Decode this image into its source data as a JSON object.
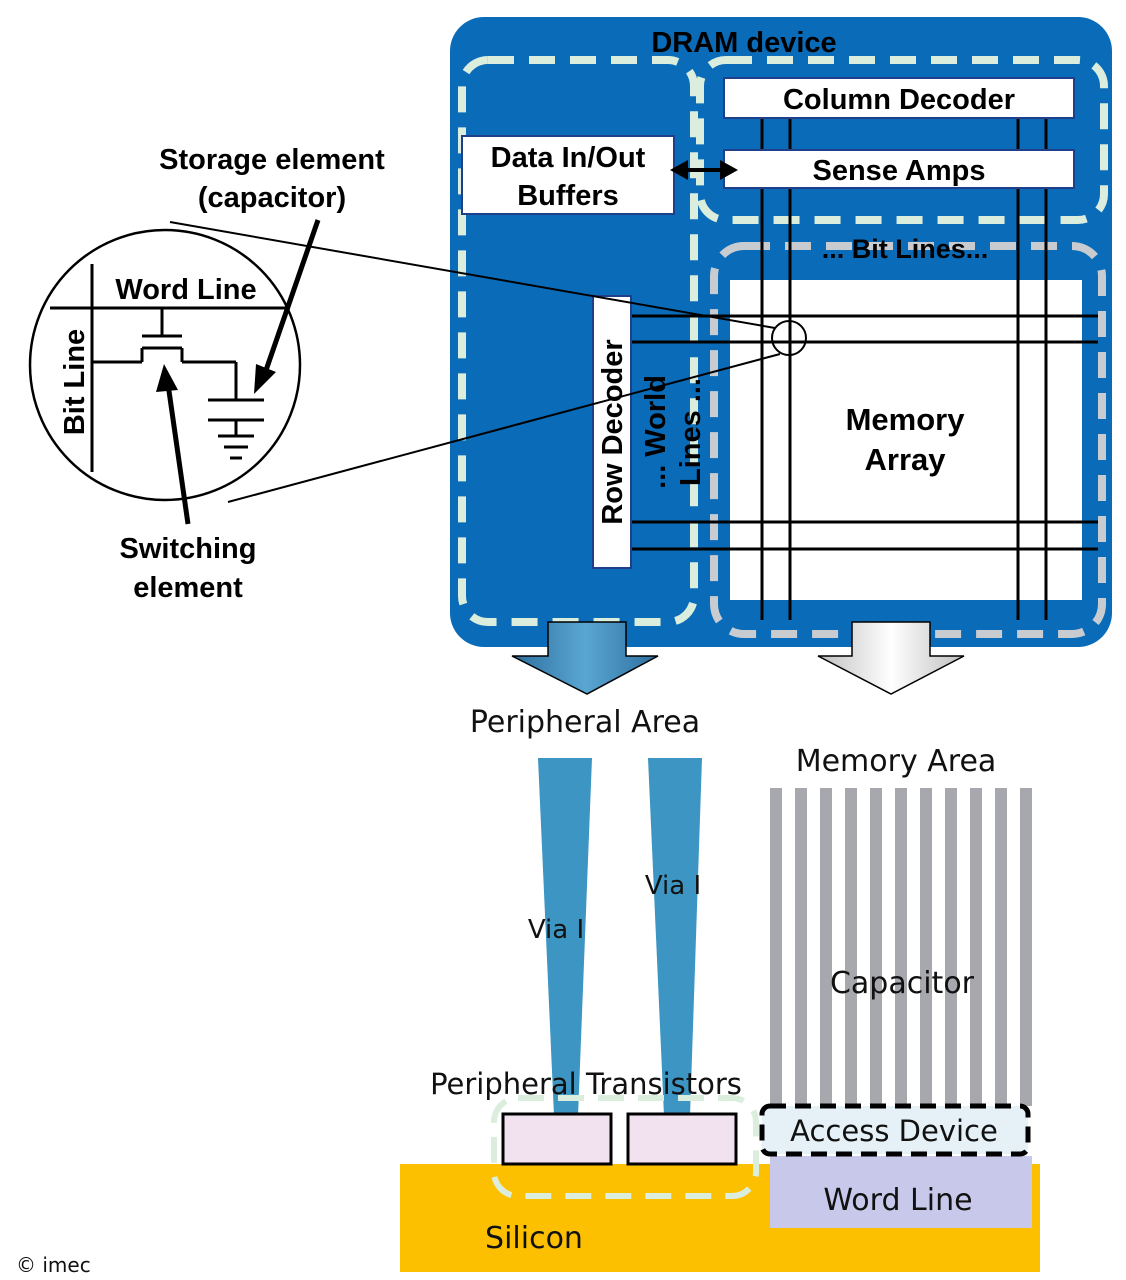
{
  "dram_device": {
    "title": "DRAM device",
    "column_decoder": "Column Decoder",
    "sense_amps": "Sense Amps",
    "data_buffers": [
      "Data In/Out",
      "Buffers"
    ],
    "bit_lines": "... Bit Lines...",
    "row_decoder": "Row Decoder",
    "word_lines": [
      "... World",
      "Lines ..."
    ],
    "memory_array": [
      "Memory",
      "Array"
    ]
  },
  "cell_schematic": {
    "storage_label": [
      "Storage element",
      "(capacitor)"
    ],
    "word_line": "Word Line",
    "bit_line": "Bit Line",
    "switching_label": [
      "Switching",
      "element"
    ]
  },
  "cross_section": {
    "peripheral_area": "Peripheral Area",
    "memory_area": "Memory Area",
    "via_left": "Via I",
    "via_right": "Via I",
    "capacitor": "Capacitor",
    "peripheral_transistors": "Peripheral Transistors",
    "access_device": "Access Device",
    "word_line": "Word Line",
    "silicon": "Silicon"
  },
  "copyright": "© imec",
  "colors": {
    "device_blue": "#0a6bb8",
    "dash_green": "#dbeedd",
    "dash_gray": "#c8ccd0",
    "via_blue": "#3d95c3",
    "capacitor_gray": "#a6a8ad",
    "silicon": "#fcc000",
    "word_line": "#c8c8ea",
    "transistor": "#f2e2ef"
  }
}
